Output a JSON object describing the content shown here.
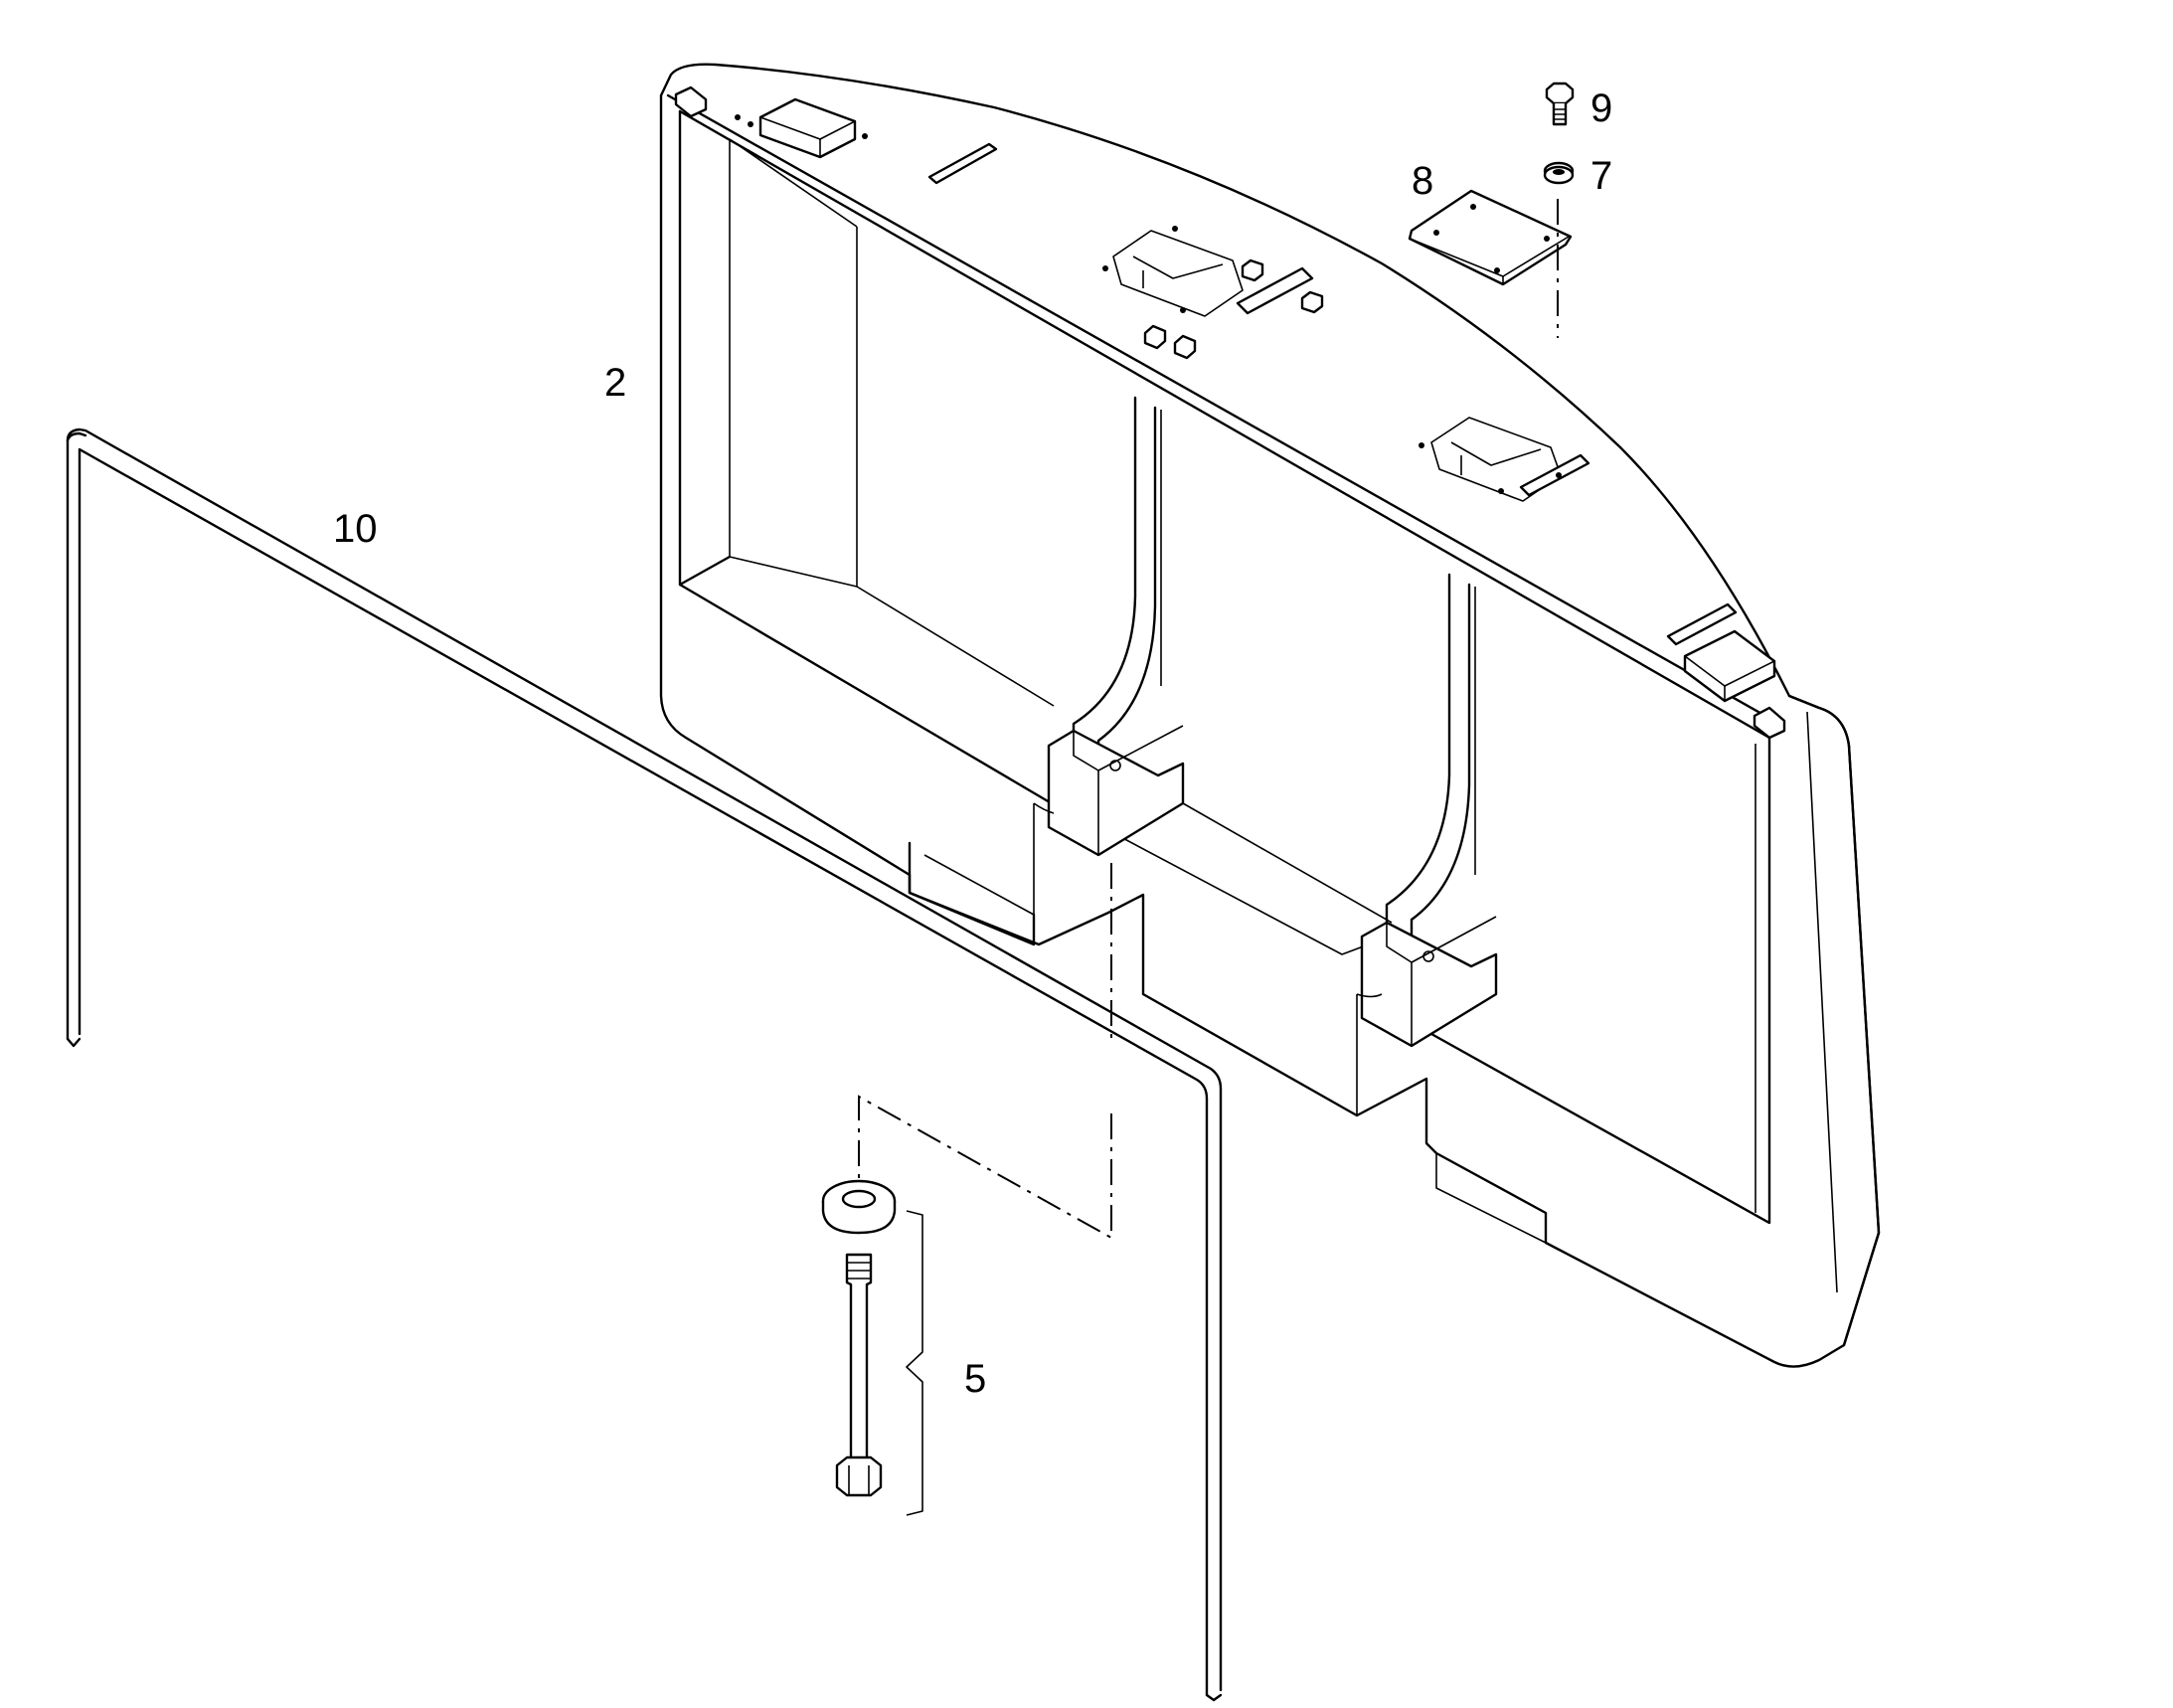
{
  "diagram": {
    "callouts": [
      {
        "id": "2",
        "label": "2"
      },
      {
        "id": "5",
        "label": "5"
      },
      {
        "id": "7",
        "label": "7"
      },
      {
        "id": "8",
        "label": "8"
      },
      {
        "id": "9",
        "label": "9"
      },
      {
        "id": "10",
        "label": "10"
      }
    ]
  },
  "colors": {
    "line": "#000000",
    "background": "#ffffff"
  }
}
